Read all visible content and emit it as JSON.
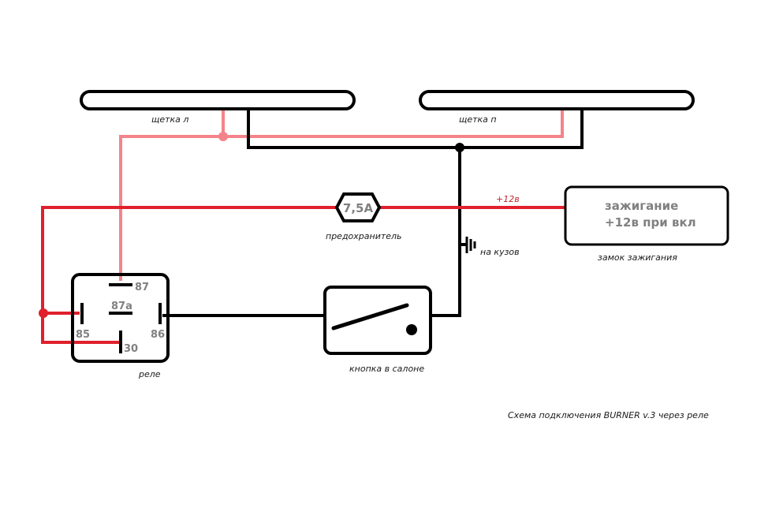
{
  "title": "Схема подключения BURNER v.3 через реле",
  "colors": {
    "power_wire": "#e0202c",
    "output_wire": "#f4848a",
    "ground_wire": "#000000",
    "label_gray": "#808080"
  },
  "components": {
    "brush_left": {
      "label": "щетка л"
    },
    "brush_right": {
      "label": "щетка п"
    },
    "fuse": {
      "rating": "7,5A",
      "label": "предохранитель"
    },
    "supply_label": "+12в",
    "ignition": {
      "line1": "зажигание",
      "line2": "+12в при вкл",
      "label": "замок зажигания"
    },
    "ground": {
      "label": "на кузов"
    },
    "relay": {
      "label": "реле",
      "pins": {
        "p87": "87",
        "p87a": "87a",
        "p85": "85",
        "p86": "86",
        "p30": "30"
      }
    },
    "switch": {
      "label": "кнопка в салоне"
    }
  }
}
